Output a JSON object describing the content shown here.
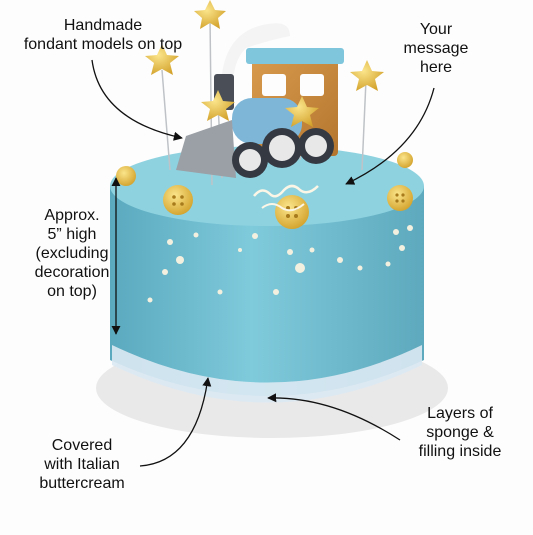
{
  "annotations": {
    "models": [
      "Handmade",
      "fondant models on top"
    ],
    "message": [
      "Your",
      "message",
      "here"
    ],
    "height": [
      "Approx.",
      "5” high",
      "(excluding",
      "decoration",
      "on top)"
    ],
    "buttercream": [
      "Covered",
      "with Italian",
      "buttercream"
    ],
    "layers": [
      "Layers of",
      "sponge &",
      "filling inside"
    ]
  },
  "colors": {
    "frosting": "#74c2d4",
    "frosting_shadow": "#5aa9be",
    "gold": "#e7c24a",
    "wood": "#c98a3f",
    "train_blue": "#7eb6d8",
    "board": "#eeeeee"
  }
}
